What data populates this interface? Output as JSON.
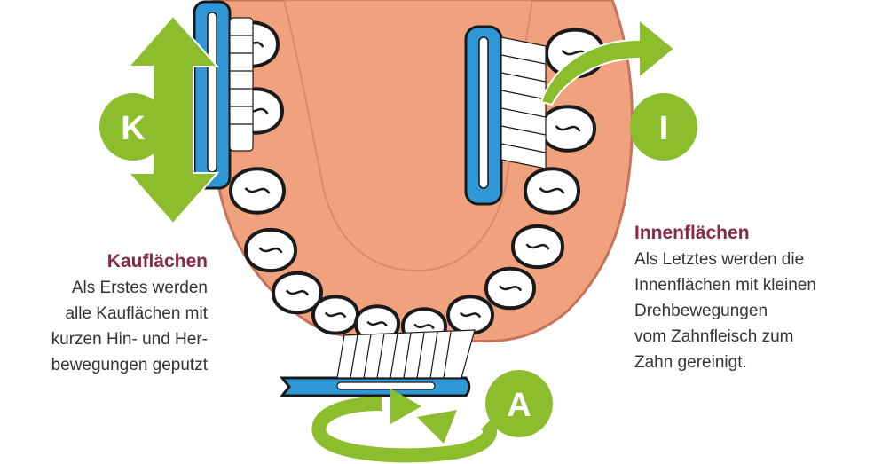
{
  "badges": {
    "k": "K",
    "i": "I",
    "a": "A"
  },
  "kauflaechen": {
    "title": "Kauflächen",
    "lines": [
      "Als Erstes werden",
      "alle Kauflächen mit",
      "kurzen Hin- und Her-",
      "bewegungen geputzt"
    ]
  },
  "innenflaechen": {
    "title": "Innenflächen",
    "lines": [
      "Als Letztes werden die",
      "Innenflächen mit kleinen",
      "Drehbewegungen",
      "vom Zahnfleisch zum",
      "Zahn gereinigt."
    ]
  },
  "colors": {
    "gum": "#f0a27e",
    "gum_dark": "#c9735a",
    "tooth": "#ffffff",
    "outline": "#1a1a1a",
    "arrow_green": "#8bbd2c",
    "brush_blue": "#2f97d6",
    "heading": "#8a2746",
    "label_red": "#d9261c"
  }
}
